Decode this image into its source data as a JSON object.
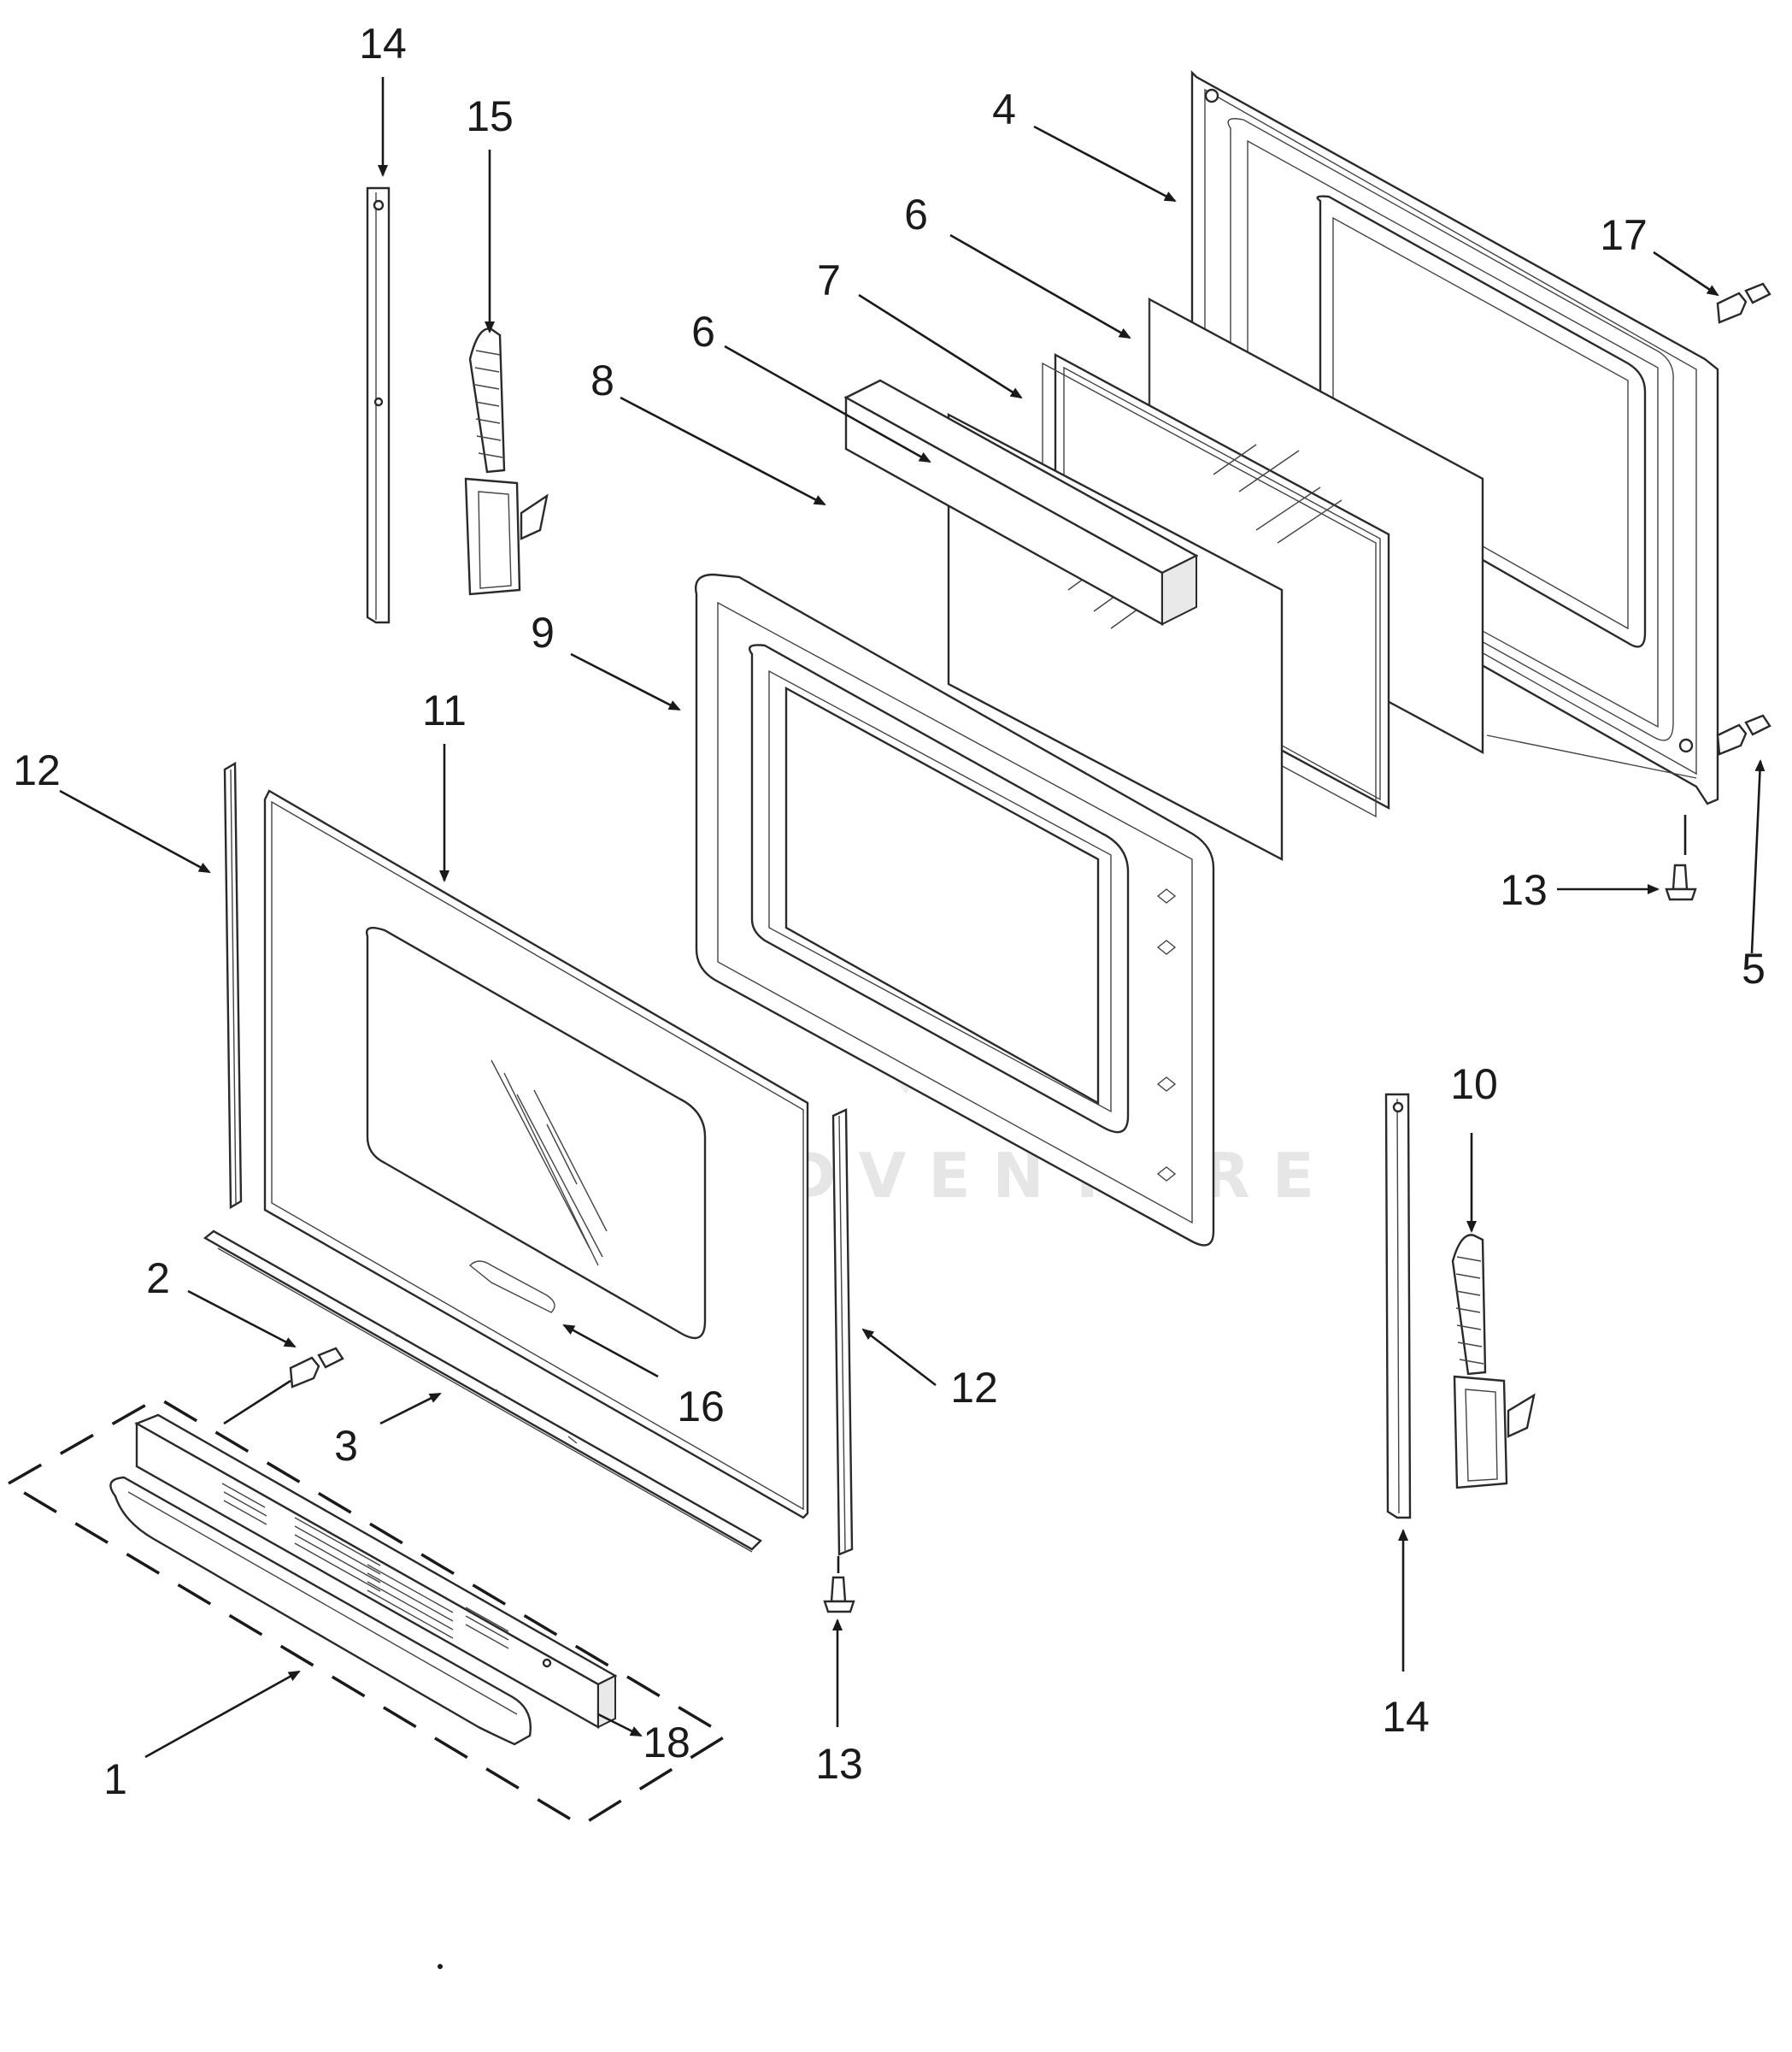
{
  "diagram": {
    "watermark_text": "LEADVENTURE",
    "callouts": [
      {
        "id": "c14a",
        "label": "14"
      },
      {
        "id": "c15",
        "label": "15"
      },
      {
        "id": "c4",
        "label": "4"
      },
      {
        "id": "c6a",
        "label": "6"
      },
      {
        "id": "c17",
        "label": "17"
      },
      {
        "id": "c7",
        "label": "7"
      },
      {
        "id": "c6b",
        "label": "6"
      },
      {
        "id": "c8",
        "label": "8"
      },
      {
        "id": "c9",
        "label": "9"
      },
      {
        "id": "c11",
        "label": "11"
      },
      {
        "id": "c12a",
        "label": "12"
      },
      {
        "id": "c13a",
        "label": "13"
      },
      {
        "id": "c5",
        "label": "5"
      },
      {
        "id": "c10",
        "label": "10"
      },
      {
        "id": "c2",
        "label": "2"
      },
      {
        "id": "c16",
        "label": "16"
      },
      {
        "id": "c12b",
        "label": "12"
      },
      {
        "id": "c3",
        "label": "3"
      },
      {
        "id": "c18",
        "label": "18"
      },
      {
        "id": "c1",
        "label": "1"
      },
      {
        "id": "c13b",
        "label": "13"
      },
      {
        "id": "c14b",
        "label": "14"
      }
    ]
  }
}
